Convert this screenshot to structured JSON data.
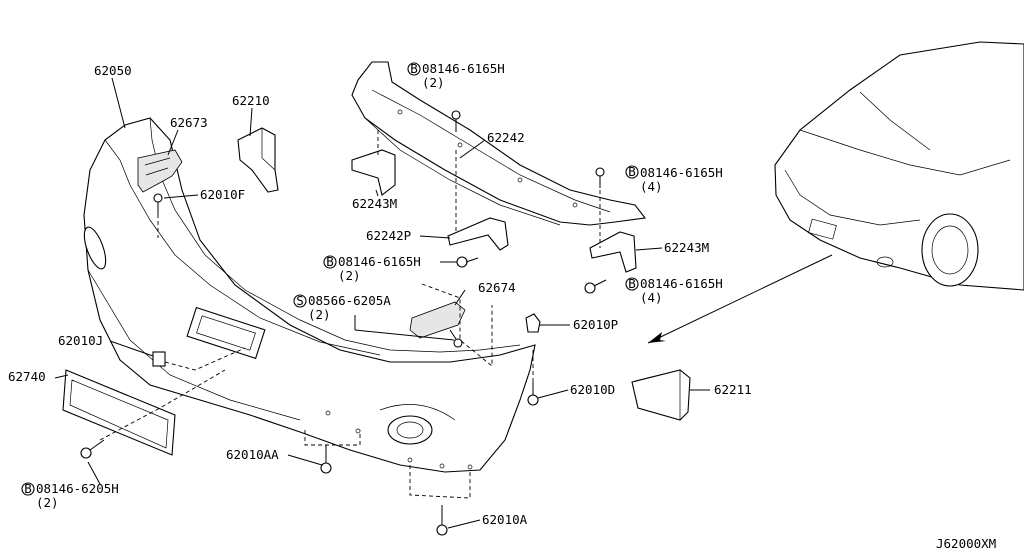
{
  "diagram": {
    "code": "J62000XM",
    "labels": {
      "p62050": "62050",
      "p62673": "62673",
      "p62210": "62210",
      "p62010F": "62010F",
      "bolt_top": "08146-6165H",
      "bolt_top_qty": "(2)",
      "p62242": "62242",
      "p62243M_left": "62243M",
      "bolt_right_top": "08146-6165H",
      "bolt_right_top_qty": "(4)",
      "p62242P": "62242P",
      "bolt_mid": "08146-6165H",
      "bolt_mid_qty": "(2)",
      "p62243M_right": "62243M",
      "bolt_right_bottom": "08146-6165H",
      "bolt_right_bottom_qty": "(4)",
      "screw_s": "08566-6205A",
      "screw_s_qty": "(2)",
      "p62674": "62674",
      "p62010P": "62010P",
      "p62010J": "62010J",
      "p62740": "62740",
      "p62010D": "62010D",
      "p62211": "62211",
      "p62010AA": "62010AA",
      "bolt_bottom": "08146-6205H",
      "bolt_bottom_qty": "(2)",
      "p62010A": "62010A"
    },
    "markers": {
      "bolt": "B",
      "screw": "S"
    }
  }
}
